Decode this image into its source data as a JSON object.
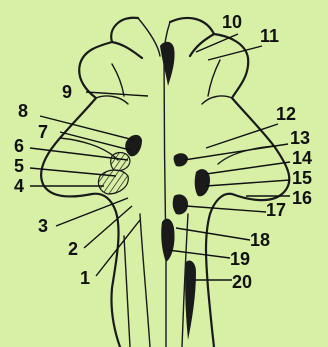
{
  "diagram": {
    "labels": [
      "1",
      "2",
      "3",
      "4",
      "5",
      "6",
      "7",
      "8",
      "9",
      "10",
      "11",
      "12",
      "13",
      "14",
      "15",
      "16",
      "17",
      "18",
      "19",
      "20"
    ]
  }
}
